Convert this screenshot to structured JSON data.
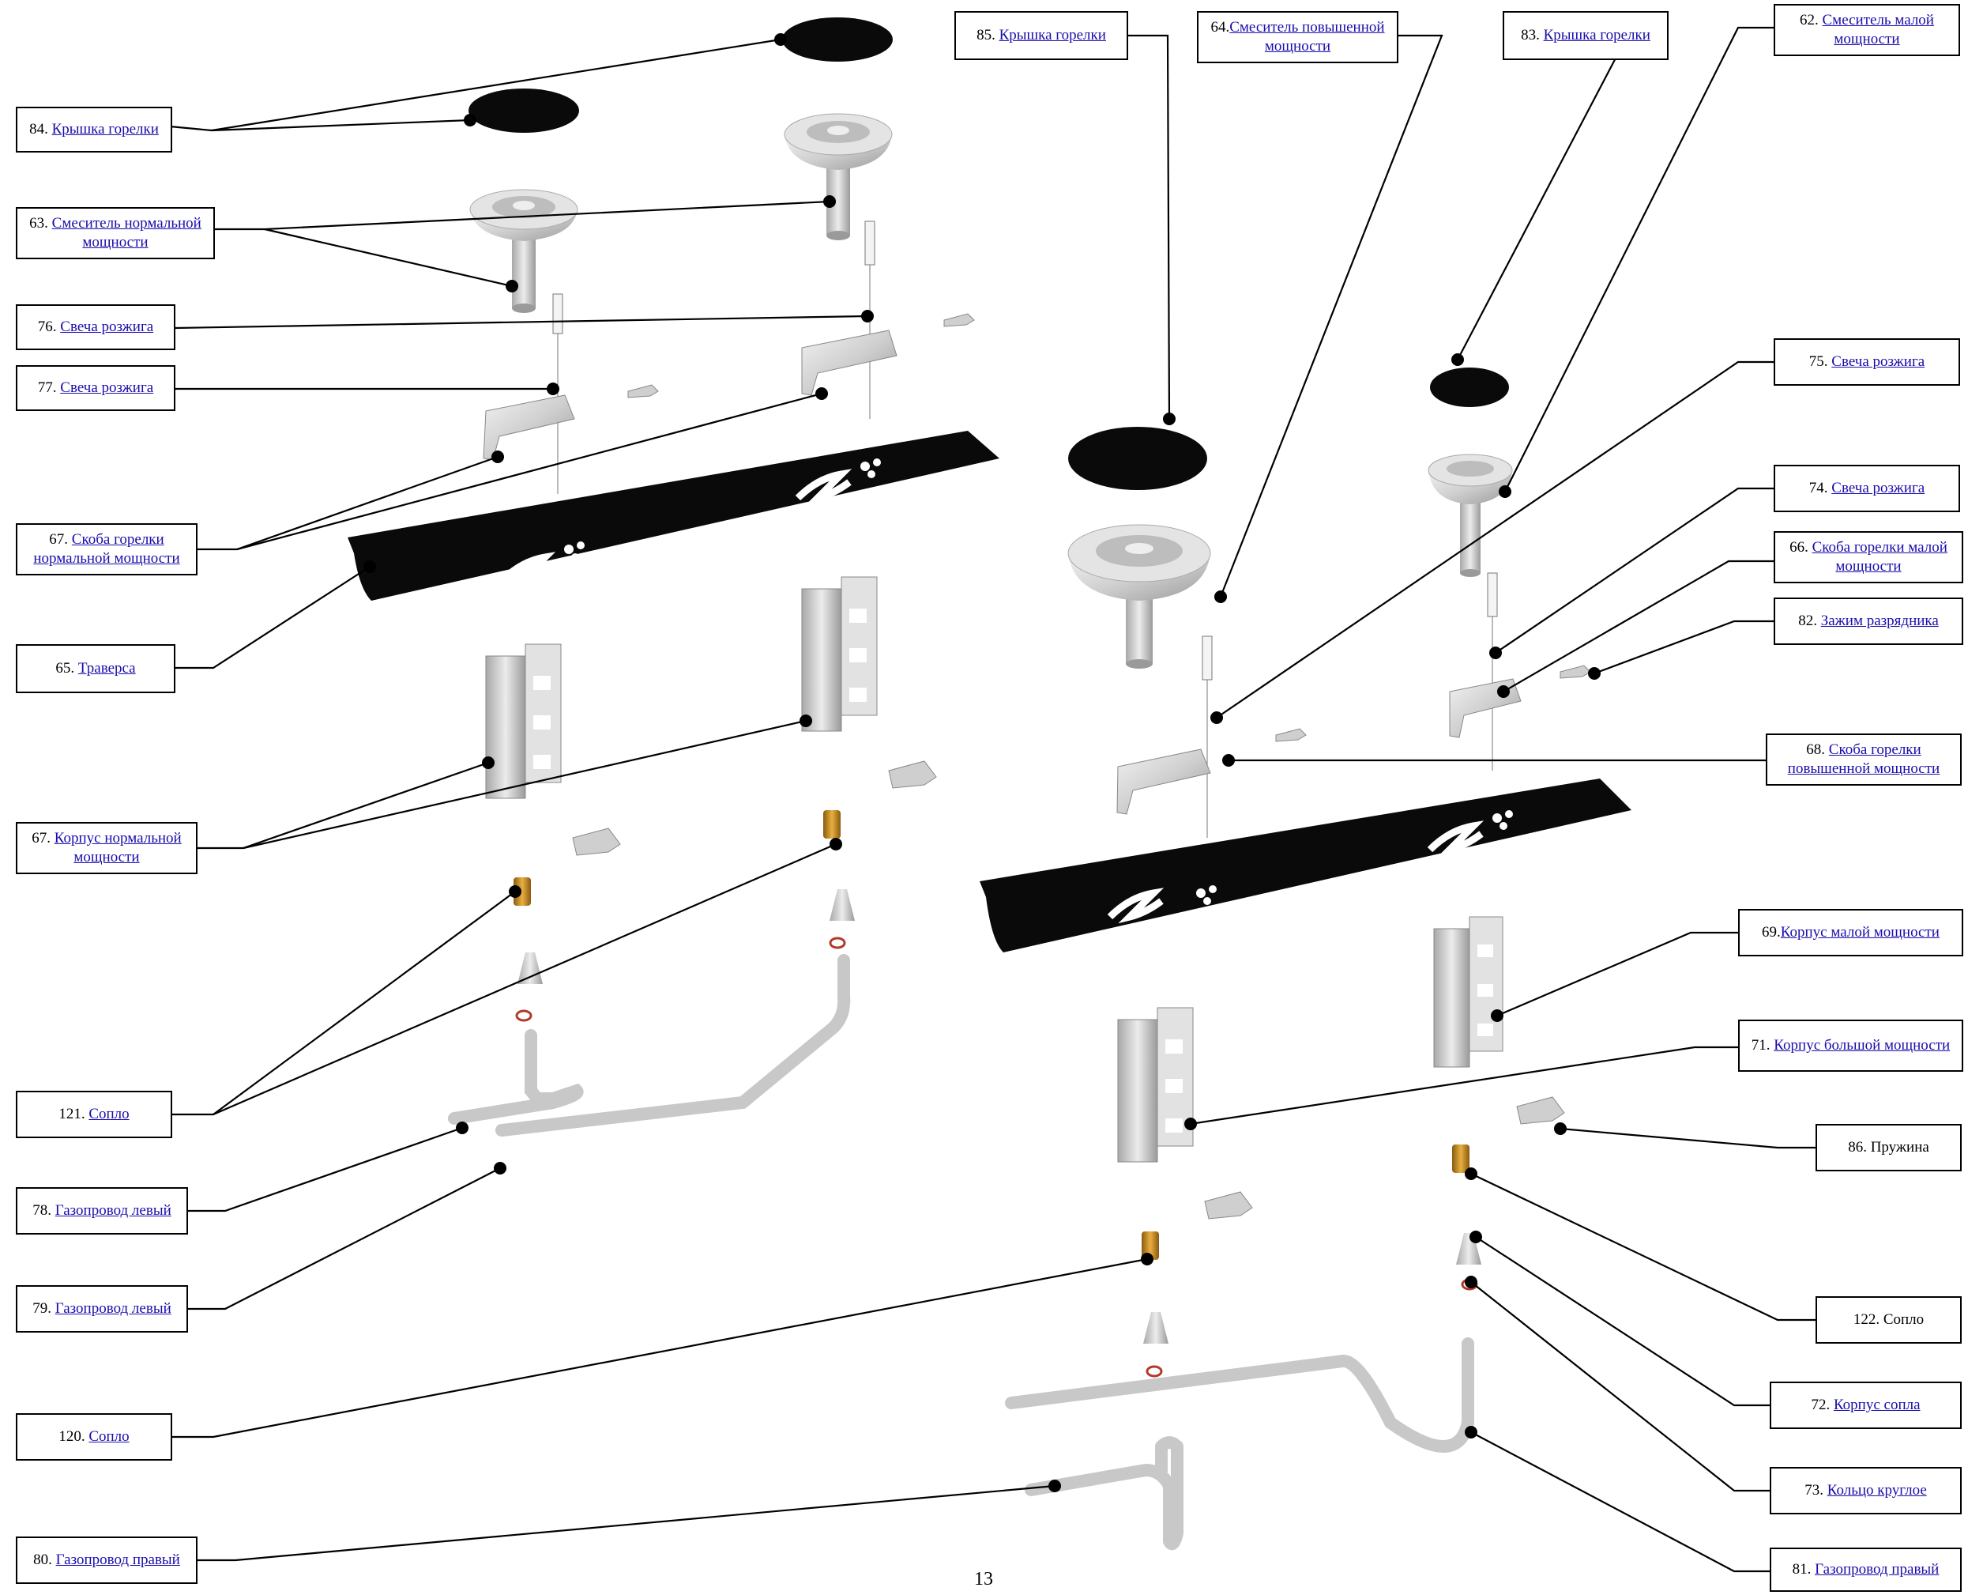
{
  "page_number": "13",
  "colors": {
    "link": "#1a0dab",
    "plate": "#0a0a0a",
    "metal": "#d6d6d6",
    "brass": "#c98a1c",
    "ring": "#b23a2a"
  },
  "labels": {
    "l84": {
      "num": "84. ",
      "text": "Крышка горелки"
    },
    "l63": {
      "num": "63. ",
      "text": "Смеситель нормальной мощности"
    },
    "l76": {
      "num": "76. ",
      "text": "Свеча розжига"
    },
    "l77": {
      "num": "77. ",
      "text": "Свеча розжига"
    },
    "l67a": {
      "num": "67. ",
      "text": "Скоба горелки нормальной мощности"
    },
    "l65": {
      "num": "65. ",
      "text": "Траверса"
    },
    "l67b": {
      "num": "67. ",
      "text": "Корпус нормальной мощности"
    },
    "l121": {
      "num": "121. ",
      "text": "Сопло"
    },
    "l78": {
      "num": "78. ",
      "text": "Газопровод левый"
    },
    "l79": {
      "num": "79. ",
      "text": "Газопровод левый"
    },
    "l120": {
      "num": "120. ",
      "text": "Сопло"
    },
    "l80": {
      "num": "80. ",
      "text": "Газопровод правый"
    },
    "l85": {
      "num": "85. ",
      "text": "Крышка горелки"
    },
    "l64": {
      "num": "64.",
      "text": "Смеситель повышенной мощности"
    },
    "l83": {
      "num": "83. ",
      "text": "Крышка горелки"
    },
    "l62": {
      "num": "62. ",
      "text": "Смеситель малой мощности"
    },
    "l75": {
      "num": "75. ",
      "text": "Свеча розжига"
    },
    "l74": {
      "num": "74. ",
      "text": "Свеча розжига"
    },
    "l66": {
      "num": "66. ",
      "text": "Скоба горелки малой мощности"
    },
    "l82": {
      "num": "82. ",
      "text": "Зажим разрядника"
    },
    "l68": {
      "num": "68. ",
      "text": "Скоба горелки повышенной мощности"
    },
    "l69": {
      "num": "69.",
      "text": "Корпус малой мощности"
    },
    "l71": {
      "num": "71. ",
      "text": "Корпус большой мощности"
    },
    "l86": {
      "num": "86. ",
      "text": "Пружина"
    },
    "l122": {
      "num": "122. ",
      "text": "Сопло"
    },
    "l72": {
      "num": "72. ",
      "text": "Корпус сопла"
    },
    "l73": {
      "num": "73. ",
      "text": "Кольцо круглое"
    },
    "l81": {
      "num": "81. ",
      "text": "Газопровод правый"
    }
  }
}
